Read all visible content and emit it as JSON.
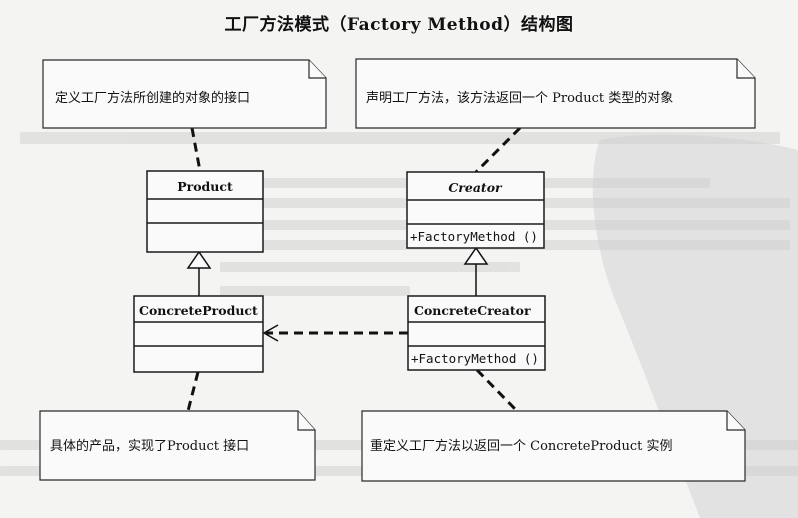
{
  "title": "工厂方法模式（Factory Method）结构图",
  "notes": [
    {
      "id": "product-note",
      "text": "定义工厂方法所创建的对象的接口"
    },
    {
      "id": "creator-note",
      "text": "声明工厂方法，该方法返回一个 Product 类型的对象"
    },
    {
      "id": "concrete-product-note",
      "text": "具体的产品，实现了Product 接口"
    },
    {
      "id": "concrete-creator-note",
      "text": "重定义工厂方法以返回一个 ConcreteProduct 实例"
    }
  ],
  "classes": [
    {
      "id": "product",
      "name": "Product",
      "abstract": false,
      "attributes": "",
      "operations": ""
    },
    {
      "id": "creator",
      "name": "Creator",
      "abstract": true,
      "attributes": "",
      "operations": "+FactoryMethod ()"
    },
    {
      "id": "concrete-product",
      "name": "ConcreteProduct",
      "abstract": false,
      "attributes": "",
      "operations": ""
    },
    {
      "id": "concrete-creator",
      "name": "ConcreteCreator",
      "abstract": false,
      "attributes": "",
      "operations": "+FactoryMethod ()"
    }
  ],
  "relations": [
    {
      "type": "generalization",
      "from": "concrete-product",
      "to": "product"
    },
    {
      "type": "generalization",
      "from": "concrete-creator",
      "to": "creator"
    },
    {
      "type": "dependency",
      "from": "concrete-creator",
      "to": "concrete-product"
    },
    {
      "type": "note-anchor",
      "from": "product-note",
      "to": "product"
    },
    {
      "type": "note-anchor",
      "from": "creator-note",
      "to": "creator"
    },
    {
      "type": "note-anchor",
      "from": "concrete-product-note",
      "to": "concrete-product"
    },
    {
      "type": "note-anchor",
      "from": "concrete-creator-note",
      "to": "concrete-creator"
    }
  ],
  "colors": {
    "background": "#f4f4f2",
    "line": "#111111",
    "watermark": "#d6d6d6"
  }
}
